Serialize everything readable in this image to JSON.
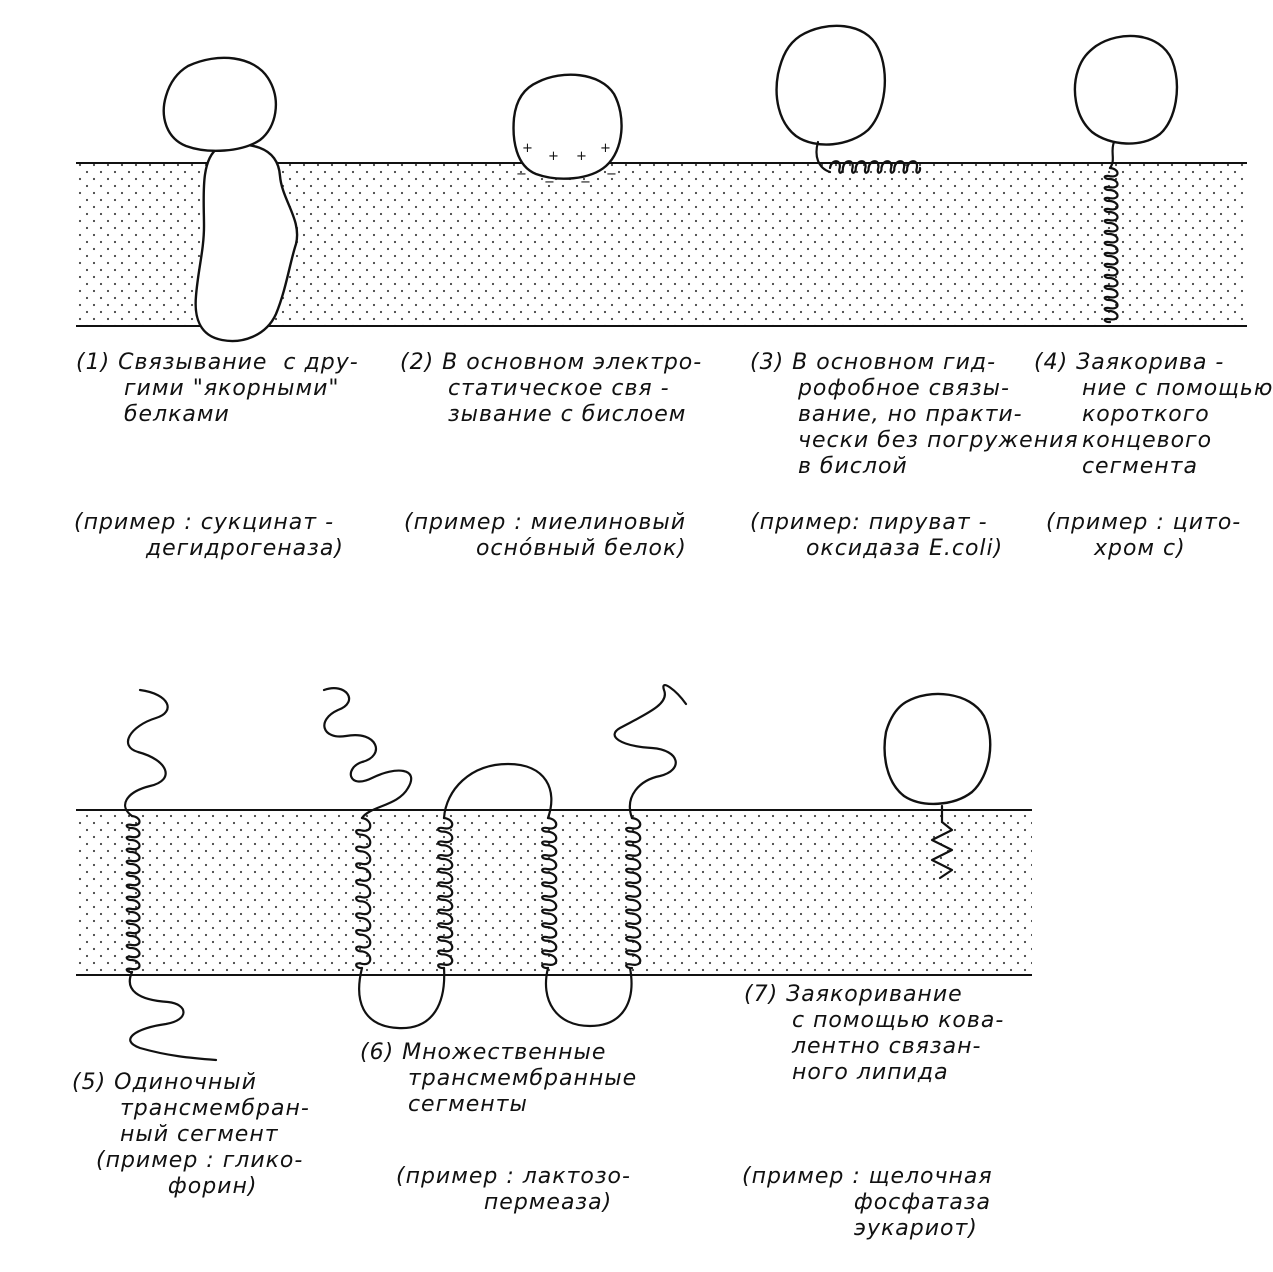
{
  "captions": {
    "c1": "(1) Связывание  с дру-\n      гими \"якорными\"\n      белками",
    "c1_example": "(пример : сукцинат -\n         дегидрогеназа)",
    "c2": "(2) В основном электро-\n      статическое свя -\n      зывание с бислоем",
    "c2_example": "(пример : миелиновый\n         осно́вный белок)",
    "c3": "(3) В основном гид-\n      рофобное связы-\n      вание, но практи-\n      чески без погружения\n      в бислой",
    "c3_example": "(пример: пируват -\n       оксидаза E.coli)",
    "c4": "(4) Заякорива -\n      ние с помощью\n      короткого\n      концевого\n      сегмента",
    "c4_example": "(пример : цито-\n      хром с)",
    "c5": "(5) Одиночный\n      трансмембран-\n      ный сегмент\n   (пример : глико-\n            форин)",
    "c6": "(6) Множественные\n      трансмембранные\n      сегменты",
    "c6_example": "(пример : лактозо-\n           пермеаза)",
    "c7": "(7) Заякоривание\n      с помощью кова-\n      лентно связан-\n      ного липида",
    "c7_example": "(пример : щелочная\n              фосфатаза\n              эукариот)"
  },
  "charges": {
    "positive": "+",
    "negative": "−"
  },
  "colors": {
    "ink": "#111111",
    "membrane_dots": "#444444",
    "background": "#ffffff"
  }
}
